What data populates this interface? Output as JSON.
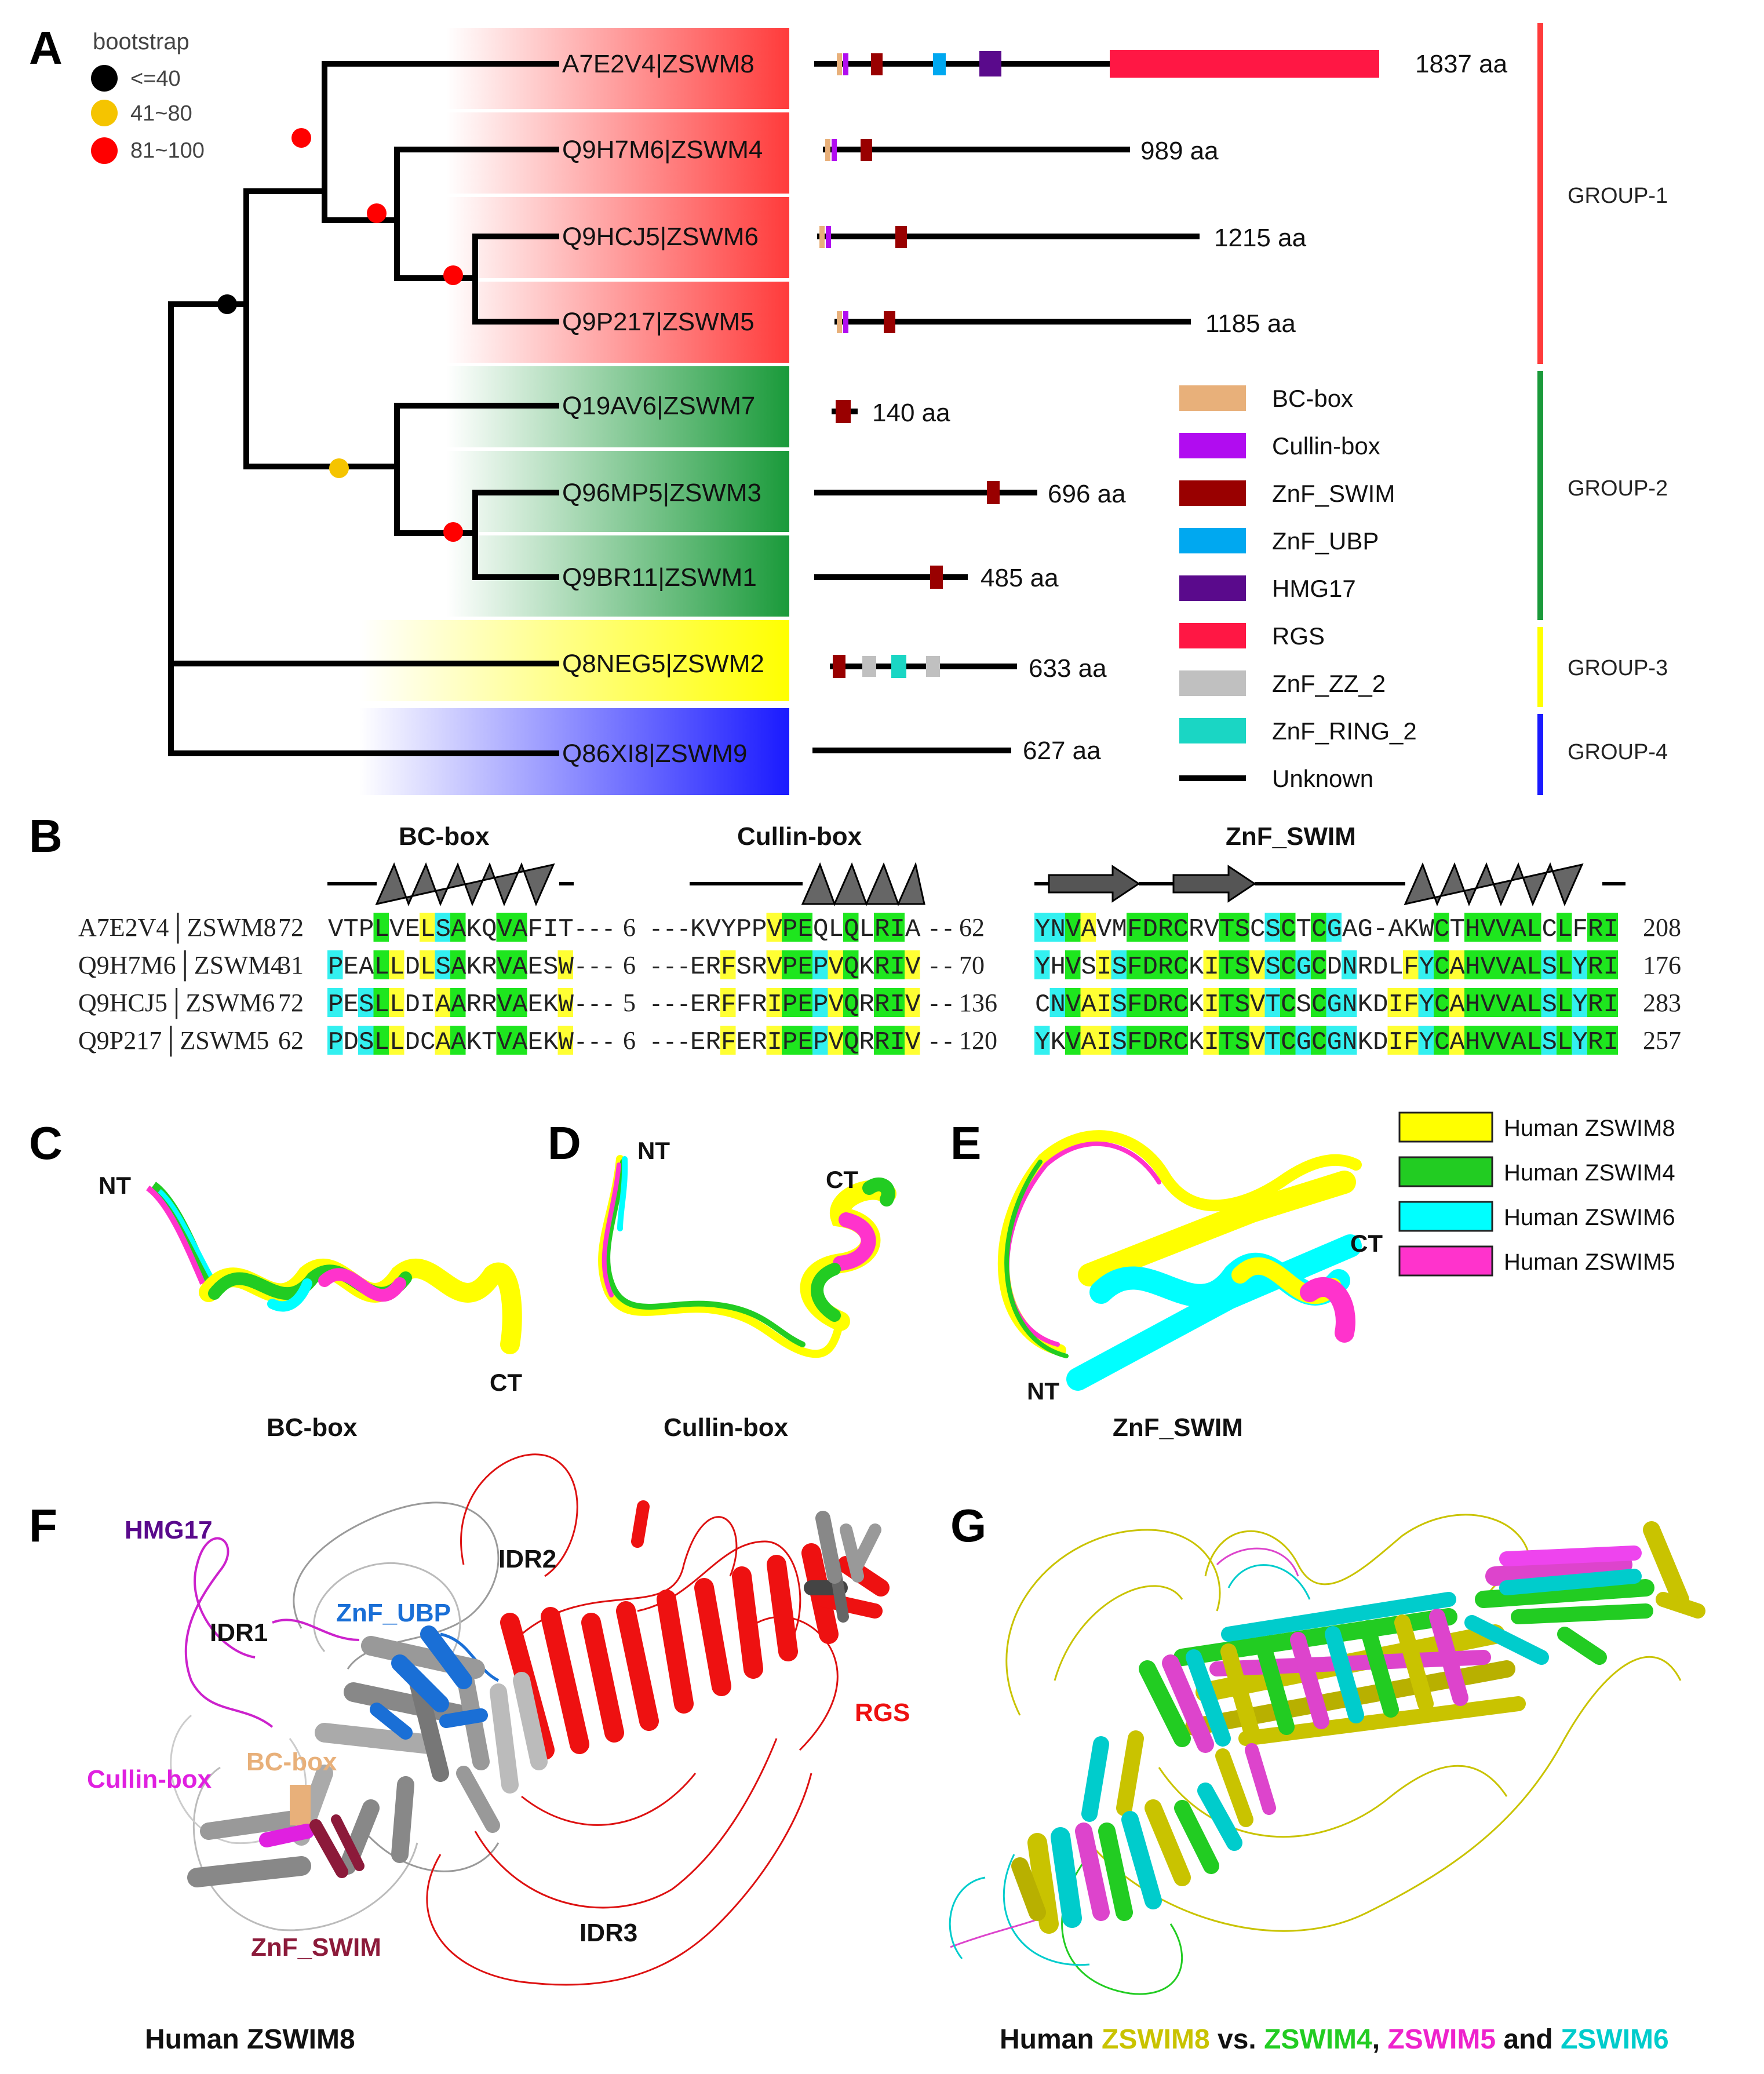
{
  "panels": {
    "A": "A",
    "B": "B",
    "C": "C",
    "D": "D",
    "E": "E",
    "F": "F",
    "G": "G"
  },
  "bootstrap_legend": {
    "title": "bootstrap",
    "items": [
      {
        "label": "<=40",
        "color": "#000000"
      },
      {
        "label": "41~80",
        "color": "#f5c400"
      },
      {
        "label": "81~100",
        "color": "#ff0000"
      }
    ]
  },
  "taxa": [
    {
      "id": "A7E2V4|ZSWM8",
      "length": "1837 aa",
      "color": "#ff3b3b"
    },
    {
      "id": "Q9H7M6|ZSWM4",
      "length": "989 aa",
      "color": "#ff3b3b"
    },
    {
      "id": "Q9HCJ5|ZSWM6",
      "length": "1215 aa",
      "color": "#ff3b3b"
    },
    {
      "id": "Q9P217|ZSWM5",
      "length": "1185 aa",
      "color": "#ff3b3b"
    },
    {
      "id": "Q19AV6|ZSWM7",
      "length": "140 aa",
      "color": "#1a9a3a"
    },
    {
      "id": "Q96MP5|ZSWM3",
      "length": "696 aa",
      "color": "#1a9a3a"
    },
    {
      "id": "Q9BR11|ZSWM1",
      "length": "485 aa",
      "color": "#1a9a3a"
    },
    {
      "id": "Q8NEG5|ZSWM2",
      "length": "633 aa",
      "color": "#ffff00"
    },
    {
      "id": "Q86XI8|ZSWM9",
      "length": "627 aa",
      "color": "#1a1aff"
    }
  ],
  "domain_legend": [
    {
      "label": "BC-box",
      "color": "#e8b07a"
    },
    {
      "label": "Cullin-box",
      "color": "#b10cf0"
    },
    {
      "label": "ZnF_SWIM",
      "color": "#990000"
    },
    {
      "label": "ZnF_UBP",
      "color": "#00a8f0"
    },
    {
      "label": "HMG17",
      "color": "#5a0a8c"
    },
    {
      "label": "RGS",
      "color": "#ff1744"
    },
    {
      "label": "ZnF_ZZ_2",
      "color": "#c0c0c0"
    },
    {
      "label": "ZnF_RING_2",
      "color": "#1ad6c4"
    },
    {
      "label": "Unknown",
      "color": "#000000"
    }
  ],
  "groups": [
    {
      "label": "GROUP-1",
      "color": "#ff3b3b"
    },
    {
      "label": "GROUP-2",
      "color": "#1a9a3a"
    },
    {
      "label": "GROUP-3",
      "color": "#ffff00"
    },
    {
      "label": "GROUP-4",
      "color": "#1a1aff"
    }
  ],
  "alignment": {
    "headers": [
      "BC-box",
      "Cullin-box",
      "ZnF_SWIM"
    ],
    "rows": [
      {
        "name": "A7E2V4│ZSWM8",
        "start": "72",
        "seg1": "VTPLVELSAKQVAFIT",
        "gap1": "6",
        "seg2": "KVYPPVPEQLQLRIA",
        "gap2": "62",
        "seg3": "YNVAVMFDRCRVTSCSCTCGAG-AKWCTHVVALCLFRI",
        "end": "208"
      },
      {
        "name": "Q9H7M6│ZSWM4",
        "start": "31",
        "seg1": "PEALLDLSAKRVAESW",
        "gap1": "6",
        "seg2": "ERFSRVPEPVQKRIV",
        "gap2": "70",
        "seg3": "YHVSISFDRCKITSVSCGCDNRDLFYCAHVVALSLYRI",
        "end": "176"
      },
      {
        "name": "Q9HCJ5│ZSWM6",
        "start": "72",
        "seg1": "PESLLDIAARRVAEKW",
        "gap1": "5",
        "seg2": "ERFFRIPEPVQRRIV",
        "gap2": "136",
        "seg3": "CNVAISFDRCKITSVTCSCGNKDIFYCAHVVALSLYRI",
        "end": "283"
      },
      {
        "name": "Q9P217│ZSWM5",
        "start": "62",
        "seg1": "PDSLLDCAAKTVAEKW",
        "gap1": "6",
        "seg2": "ERFERIPEPVQRRIV",
        "gap2": "120",
        "seg3": "YKVAISFDRCKITSVTCGCGNKDIFYCAHVVALSLYRI",
        "end": "257"
      }
    ]
  },
  "structure_legend": [
    {
      "label": "Human ZSWIM8",
      "color": "#ffff00"
    },
    {
      "label": "Human ZSWIM4",
      "color": "#22cc22"
    },
    {
      "label": "Human ZSWIM6",
      "color": "#00ffff"
    },
    {
      "label": "Human ZSWIM5",
      "color": "#ff33cc"
    }
  ],
  "panel_C": {
    "nt": "NT",
    "ct": "CT",
    "caption": "BC-box"
  },
  "panel_D": {
    "nt": "NT",
    "ct": "CT",
    "caption": "Cullin-box"
  },
  "panel_E": {
    "nt": "NT",
    "ct": "CT",
    "caption": "ZnF_SWIM"
  },
  "panel_F": {
    "labels": {
      "hmg17": "HMG17",
      "idr1": "IDR1",
      "idr2": "IDR2",
      "idr3": "IDR3",
      "znf_ubp": "ZnF_UBP",
      "rgs": "RGS",
      "cullin": "Cullin-box",
      "bcbox": "BC-box",
      "znf_swim": "ZnF_SWIM"
    },
    "caption": "Human ZSWIM8"
  },
  "panel_G": {
    "caption": {
      "p1": "Human ",
      "z8": "ZSWIM8",
      "p2": " vs. ",
      "z4": "ZSWIM4",
      "p3": ", ",
      "z5": "ZSWIM5",
      "p4": " and ",
      "z6": "ZSWIM6"
    }
  }
}
